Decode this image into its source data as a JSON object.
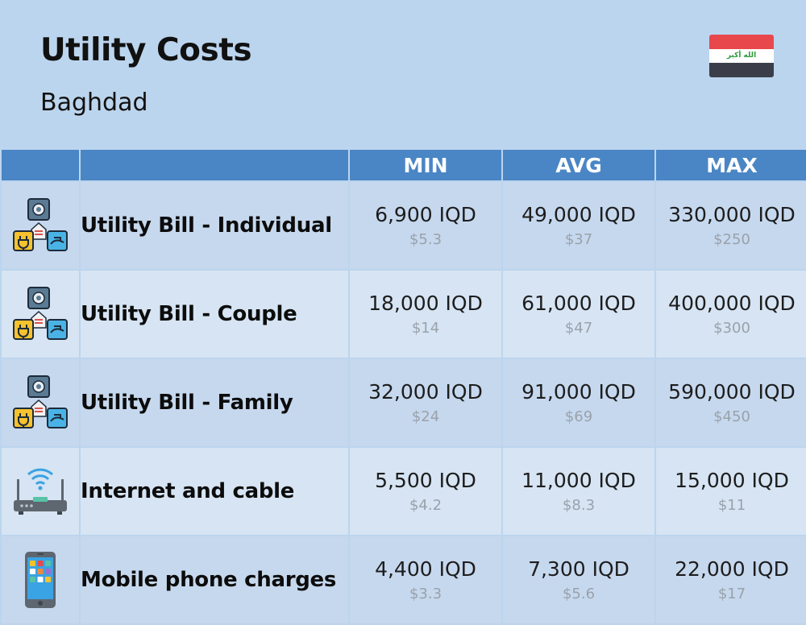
{
  "header": {
    "title": "Utility Costs",
    "subtitle": "Baghdad",
    "flag_script": "الله أكبر"
  },
  "table": {
    "columns": [
      "",
      "",
      "MIN",
      "AVG",
      "MAX"
    ],
    "rows": [
      {
        "icon": "utilities-icon",
        "label": "Utility Bill - Individual",
        "min": "6,900 IQD",
        "min_usd": "$5.3",
        "avg": "49,000 IQD",
        "avg_usd": "$37",
        "max": "330,000 IQD",
        "max_usd": "$250"
      },
      {
        "icon": "utilities-icon",
        "label": "Utility Bill - Couple",
        "min": "18,000 IQD",
        "min_usd": "$14",
        "avg": "61,000 IQD",
        "avg_usd": "$47",
        "max": "400,000 IQD",
        "max_usd": "$300"
      },
      {
        "icon": "utilities-icon",
        "label": "Utility Bill - Family",
        "min": "32,000 IQD",
        "min_usd": "$24",
        "avg": "91,000 IQD",
        "avg_usd": "$69",
        "max": "590,000 IQD",
        "max_usd": "$450"
      },
      {
        "icon": "router-icon",
        "label": "Internet and cable",
        "min": "5,500 IQD",
        "min_usd": "$4.2",
        "avg": "11,000 IQD",
        "avg_usd": "$8.3",
        "max": "15,000 IQD",
        "max_usd": "$11"
      },
      {
        "icon": "smartphone-icon",
        "label": "Mobile phone charges",
        "min": "4,400 IQD",
        "min_usd": "$3.3",
        "avg": "7,300 IQD",
        "avg_usd": "$5.6",
        "max": "22,000 IQD",
        "max_usd": "$17"
      }
    ]
  },
  "colors": {
    "background": "#bcd5ee",
    "header_row": "#4a86c5",
    "row_a": "#c6d8ee",
    "row_b": "#d6e4f3",
    "flag_red": "#e8484c",
    "flag_white": "#ffffff",
    "flag_black": "#3b3e49",
    "flag_script": "#2e9b3a"
  }
}
